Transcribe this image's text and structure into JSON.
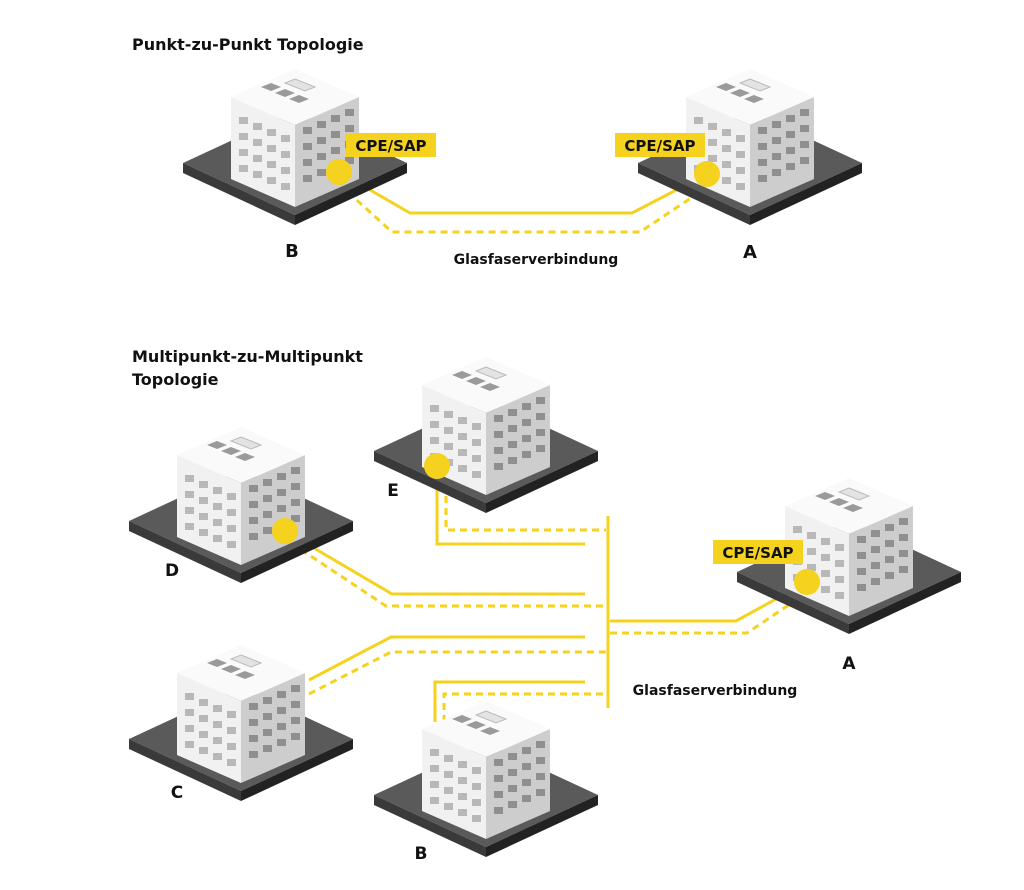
{
  "colors": {
    "accent": "#f5d21e",
    "base_top": "#5a5a5a",
    "base_side": "#2a2a2a",
    "wall_front": "#f2f2f2",
    "wall_side": "#cfcfcf",
    "window": "#b9b9b9"
  },
  "p2p": {
    "title": "Punkt-zu-Punkt Topologie",
    "left": {
      "name": "B",
      "tag": "CPE/SAP"
    },
    "right": {
      "name": "A",
      "tag": "CPE/SAP"
    },
    "link_label": "Glasfaserverbindung"
  },
  "mp": {
    "title_line1": "Multipunkt-zu-Multipunkt",
    "title_line2": "Topologie",
    "buildings": {
      "e": {
        "name": "E"
      },
      "d": {
        "name": "D"
      },
      "c": {
        "name": "C"
      },
      "b": {
        "name": "B"
      },
      "a": {
        "name": "A",
        "tag": "CPE/SAP"
      }
    },
    "link_label": "Glasfaserverbindung"
  }
}
